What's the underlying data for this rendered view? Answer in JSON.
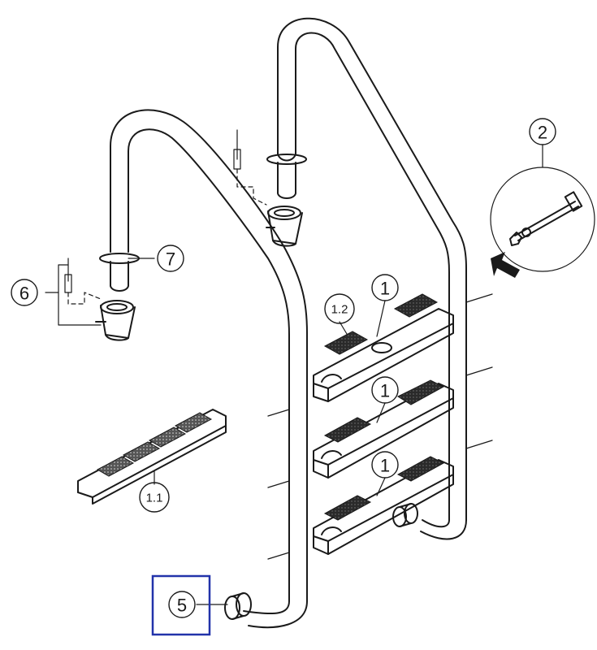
{
  "callouts": {
    "c1_top": "1",
    "c1_mid": "1",
    "c1_low": "1",
    "c1_2": "1.2",
    "c1_1": "1.1",
    "c2": "2",
    "c5": "5",
    "c6": "6",
    "c7": "7"
  },
  "colors": {
    "line": "#1a1a1a",
    "highlight_box": "#2233aa",
    "tread_fill": "#2a2a2a",
    "background": "#ffffff"
  }
}
